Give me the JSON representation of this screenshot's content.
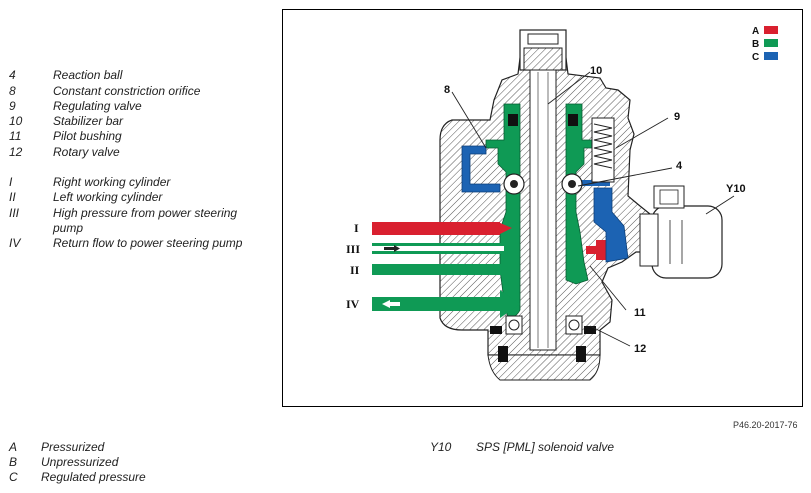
{
  "legend_numbers": [
    {
      "key": "4",
      "label": "Reaction ball"
    },
    {
      "key": "8",
      "label": "Constant constriction orifice"
    },
    {
      "key": "9",
      "label": "Regulating valve"
    },
    {
      "key": "10",
      "label": "Stabilizer bar"
    },
    {
      "key": "11",
      "label": "Pilot bushing"
    },
    {
      "key": "12",
      "label": "Rotary valve"
    }
  ],
  "legend_roman": [
    {
      "key": "I",
      "label": "Right working cylinder"
    },
    {
      "key": "II",
      "label": "Left working cylinder"
    },
    {
      "key": "III",
      "label": "High pressure from power steering pump"
    },
    {
      "key": "IV",
      "label": "Return flow to power steering pump"
    }
  ],
  "legend_colors": [
    {
      "key": "A",
      "label": "Pressurized",
      "color": "#d9202f"
    },
    {
      "key": "B",
      "label": "Unpressurized",
      "color": "#0f9a55"
    },
    {
      "key": "C",
      "label": "Regulated pressure",
      "color": "#1c63b3"
    }
  ],
  "solenoid": {
    "key": "Y10",
    "label": "SPS [PML] solenoid valve"
  },
  "figure_code": "P46.20-2017-76",
  "diagram": {
    "callouts": {
      "n8": "8",
      "n10": "10",
      "n9": "9",
      "n4": "4",
      "y10": "Y10",
      "n11": "11",
      "n12": "12"
    },
    "ports": {
      "p1": "I",
      "p3": "III",
      "p2": "II",
      "p4": "IV"
    },
    "key_box": {
      "a": "A",
      "b": "B",
      "c": "C"
    }
  }
}
